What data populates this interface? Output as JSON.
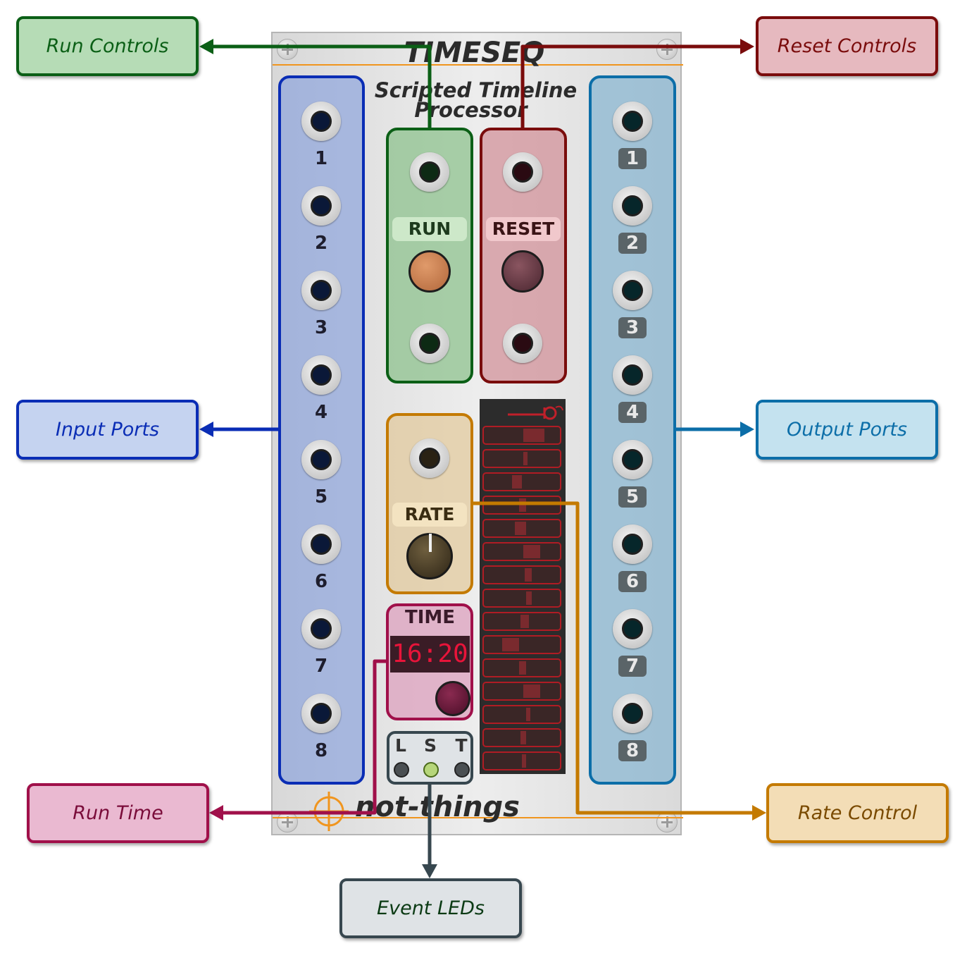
{
  "module": {
    "name": "TIMESEQ",
    "subtitle_line1": "Scripted Timeline",
    "subtitle_line2": "Processor",
    "brand": "not-things"
  },
  "inputs": {
    "numbers": [
      "1",
      "2",
      "3",
      "4",
      "5",
      "6",
      "7",
      "8"
    ]
  },
  "outputs": {
    "numbers": [
      "1",
      "2",
      "3",
      "4",
      "5",
      "6",
      "7",
      "8"
    ]
  },
  "run": {
    "label": "RUN"
  },
  "reset": {
    "label": "RESET"
  },
  "rate": {
    "label": "RATE"
  },
  "time": {
    "label": "TIME",
    "display": "16:20"
  },
  "leds": {
    "labels": [
      "L",
      "S",
      "T"
    ]
  },
  "callouts": {
    "run_controls": "Run Controls",
    "reset_controls": "Reset Controls",
    "input_ports": "Input Ports",
    "output_ports": "Output Ports",
    "run_time": "Run Time",
    "rate_control": "Rate Control",
    "event_leds": "Event LEDs"
  },
  "colors": {
    "green": "#0b5f16",
    "green_fill": "#b6dcb6",
    "maroon": "#7a0c0c",
    "maroon_fill": "#e6b9bf",
    "blue": "#0a2db5",
    "blue_fill": "#c5d3f0",
    "teal": "#0c6ea8",
    "teal_fill": "#c4e2ef",
    "crimson": "#a0104a",
    "crimson_fill": "#eab9d1",
    "amber": "#c47a00",
    "amber_fill": "#f3ddb6",
    "slate": "#37474f",
    "slate_fill": "#dfe3e6"
  }
}
